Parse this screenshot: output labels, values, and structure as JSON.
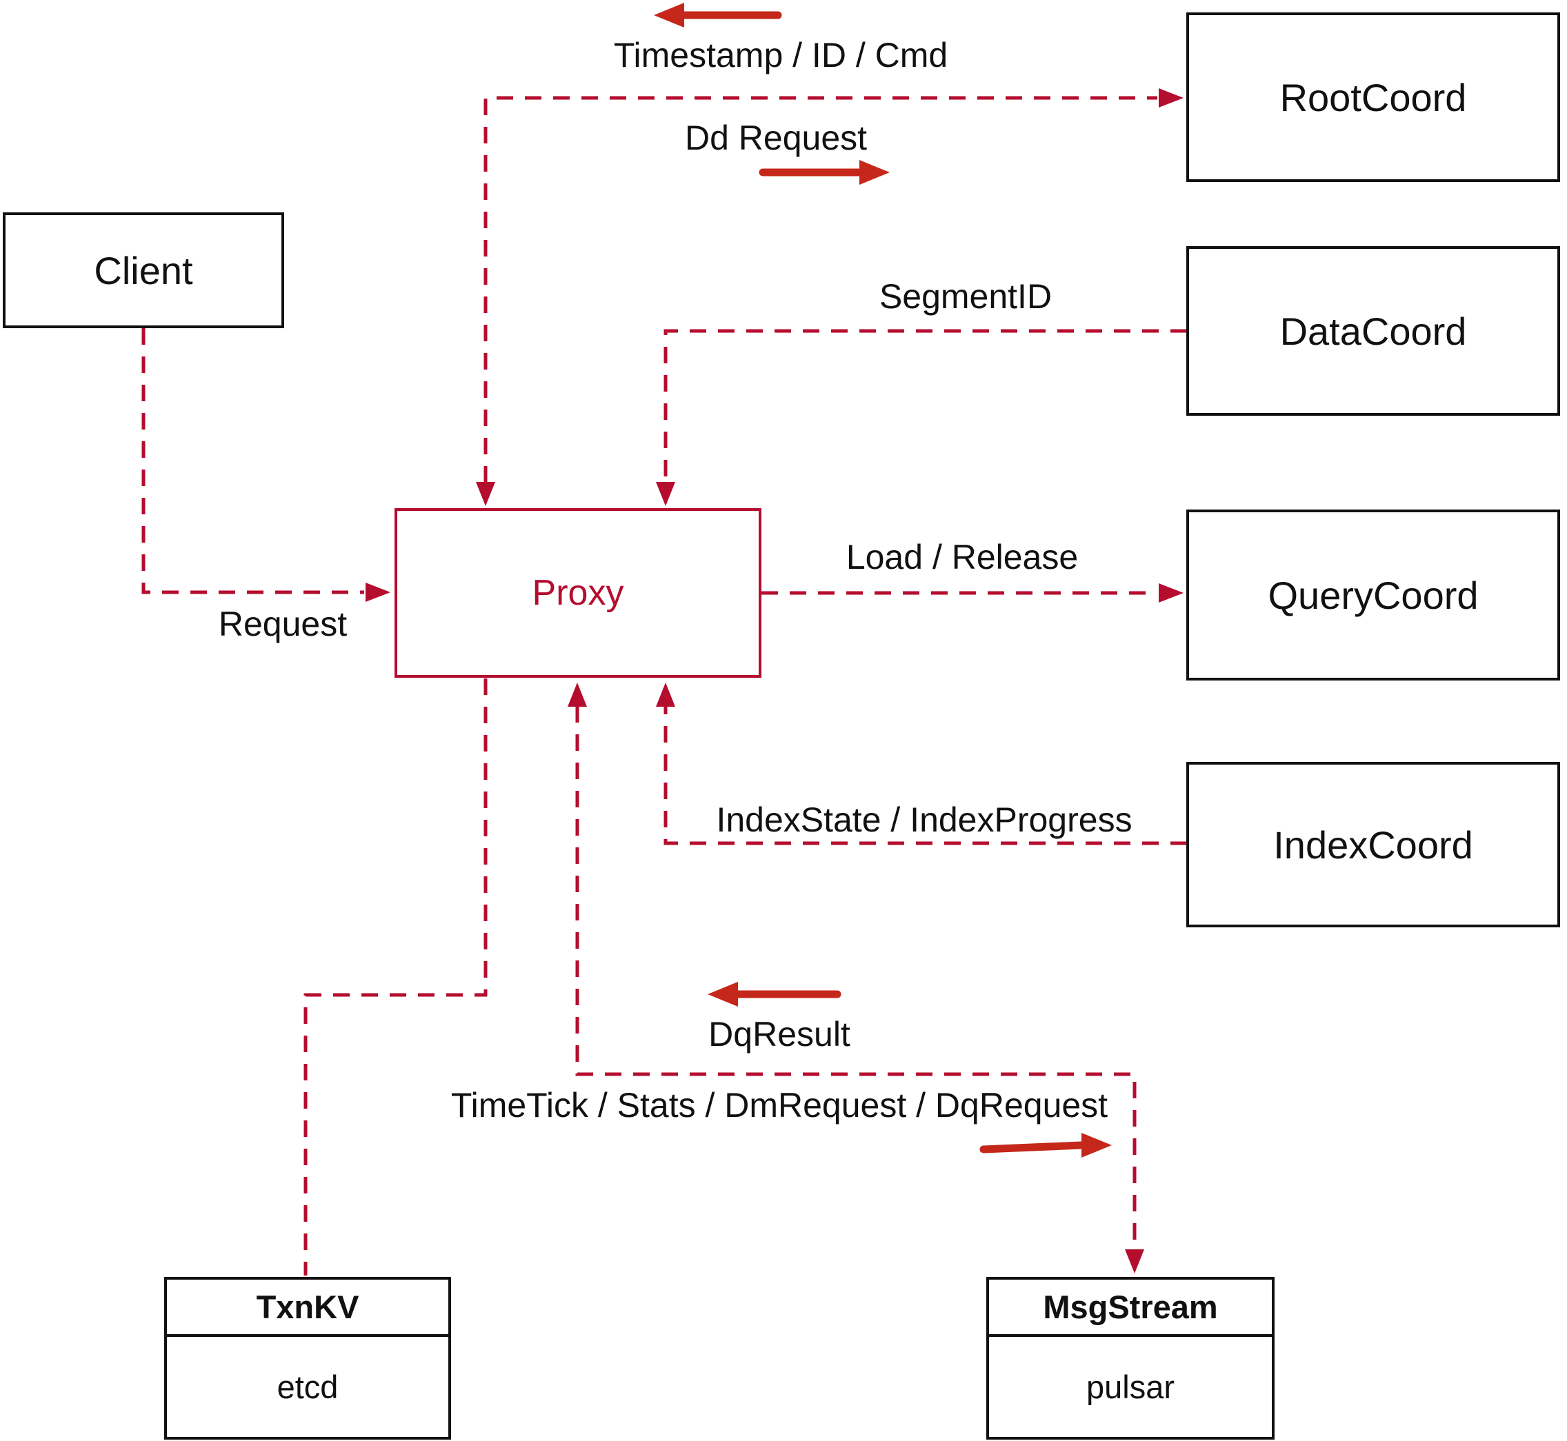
{
  "nodes": {
    "client": {
      "label": "Client"
    },
    "proxy": {
      "label": "Proxy"
    },
    "root_coord": {
      "label": "RootCoord"
    },
    "data_coord": {
      "label": "DataCoord"
    },
    "query_coord": {
      "label": "QueryCoord"
    },
    "index_coord": {
      "label": "IndexCoord"
    },
    "txn_kv": {
      "title": "TxnKV",
      "subtitle": "etcd"
    },
    "msg_stream": {
      "title": "MsgStream",
      "subtitle": "pulsar"
    }
  },
  "edge_labels": {
    "timestamp_id_cmd": "Timestamp / ID / Cmd",
    "dd_request": "Dd Request",
    "segment_id": "SegmentID",
    "request": "Request",
    "load_release": "Load / Release",
    "index_state": "IndexState / IndexProgress",
    "dq_result": "DqResult",
    "time_tick": "TimeTick / Stats / DmRequest / DqRequest"
  },
  "edges": [
    {
      "id": "proxy-rootcoord",
      "between": [
        "Proxy",
        "RootCoord"
      ],
      "labels": [
        "Timestamp / ID / Cmd",
        "Dd Request"
      ],
      "arrowheads": [
        "into Proxy",
        "into RootCoord"
      ]
    },
    {
      "id": "datacoord-proxy",
      "between": [
        "DataCoord",
        "Proxy"
      ],
      "labels": [
        "SegmentID"
      ],
      "arrowheads": [
        "into Proxy"
      ]
    },
    {
      "id": "client-proxy",
      "between": [
        "Client",
        "Proxy"
      ],
      "labels": [
        "Request"
      ],
      "arrowheads": [
        "into Proxy"
      ]
    },
    {
      "id": "proxy-querycoord",
      "between": [
        "Proxy",
        "QueryCoord"
      ],
      "labels": [
        "Load / Release"
      ],
      "arrowheads": [
        "into QueryCoord"
      ]
    },
    {
      "id": "indexcoord-proxy",
      "between": [
        "IndexCoord",
        "Proxy"
      ],
      "labels": [
        "IndexState / IndexProgress"
      ],
      "arrowheads": [
        "into Proxy"
      ]
    },
    {
      "id": "proxy-txnkv",
      "between": [
        "Proxy",
        "TxnKV"
      ],
      "labels": [],
      "arrowheads": []
    },
    {
      "id": "proxy-msgstream",
      "between": [
        "Proxy",
        "MsgStream"
      ],
      "labels": [
        "DqResult",
        "TimeTick / Stats / DmRequest / DqRequest"
      ],
      "arrowheads": [
        "into Proxy",
        "into MsgStream"
      ]
    }
  ],
  "colors": {
    "line": "#b50d2e",
    "arrow": "#c5271a",
    "box_border": "#111111",
    "background": "#ffffff"
  }
}
